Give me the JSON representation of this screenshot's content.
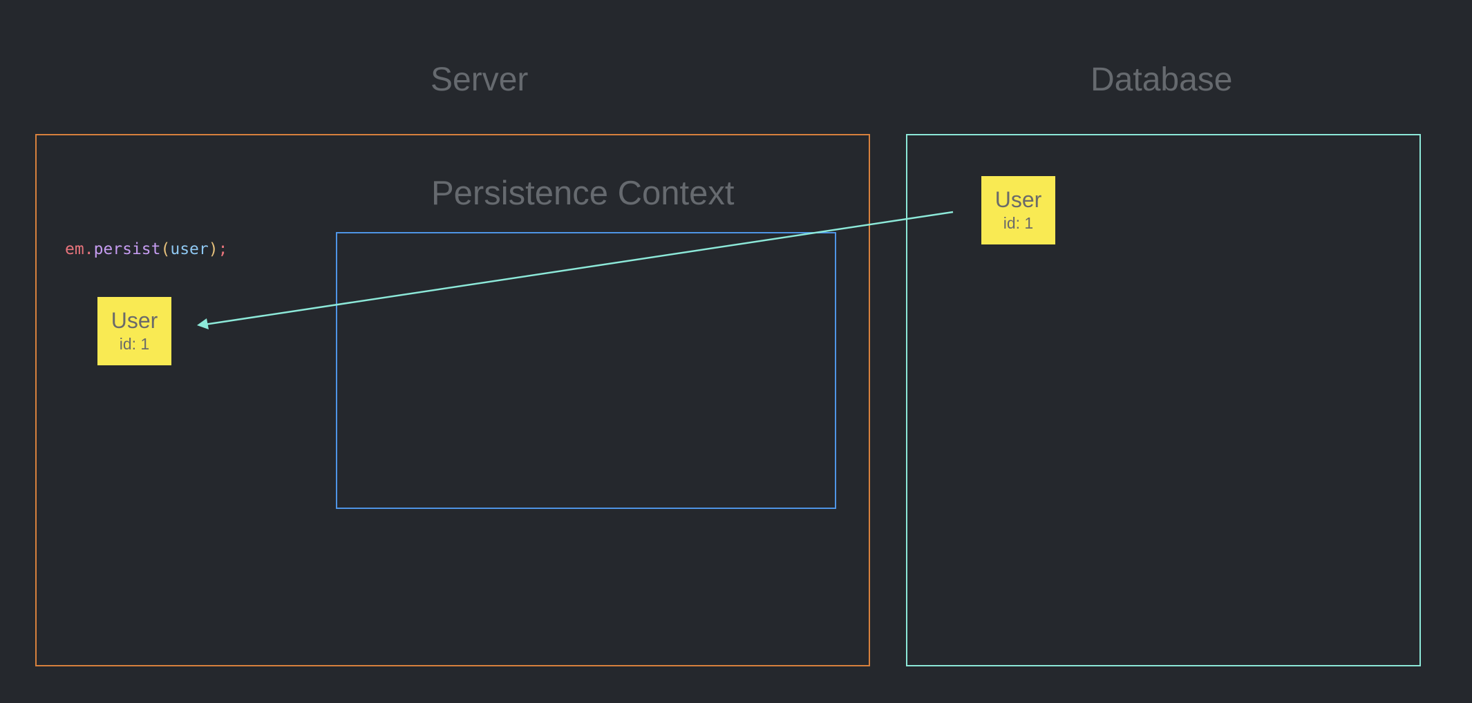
{
  "titles": {
    "server": "Server",
    "database": "Database",
    "persistence_context": "Persistence Context"
  },
  "code": {
    "object": "em",
    "dot": ".",
    "method": "persist",
    "open_paren": "(",
    "argument": "user",
    "close_paren": ")",
    "semicolon": ";"
  },
  "entities": {
    "server_user": {
      "name": "User",
      "id": "id: 1"
    },
    "database_user": {
      "name": "User",
      "id": "id: 1"
    }
  },
  "colors": {
    "background": "#25282d",
    "server_border": "#d8813d",
    "database_border": "#8de9d9",
    "persistence_border": "#4f95e6",
    "entity_fill": "#f9ea53",
    "arrow": "#8de9d9"
  }
}
